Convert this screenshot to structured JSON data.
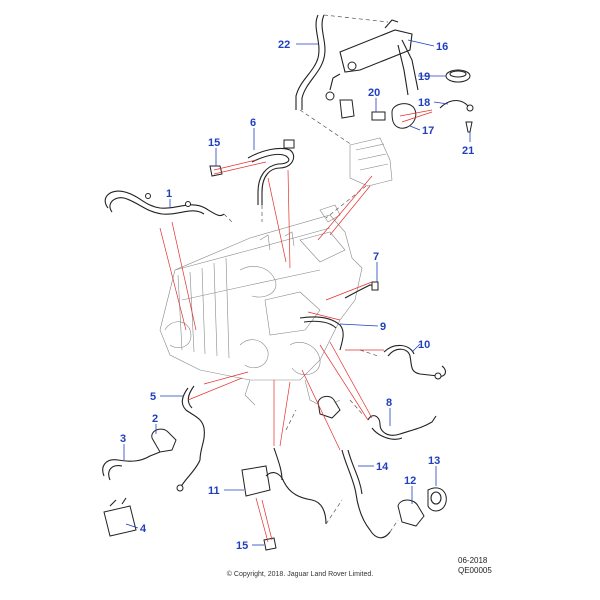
{
  "callouts": {
    "c1": "1",
    "c2": "2",
    "c3": "3",
    "c4": "4",
    "c5": "5",
    "c6": "6",
    "c7": "7",
    "c8": "8",
    "c9": "9",
    "c10": "10",
    "c11": "11",
    "c12": "12",
    "c13": "13",
    "c14": "14",
    "c15a": "15",
    "c15b": "15",
    "c16": "16",
    "c17": "17",
    "c18": "18",
    "c19": "19",
    "c20": "20",
    "c21": "21",
    "c22": "22"
  },
  "reference": {
    "date": "06-2018",
    "code": "QE00005"
  },
  "copyright": "© Copyright, 2018. Jaguar Land Rover Limited.",
  "colors": {
    "callout": "#1f3fbf",
    "leader_red": "#e53030"
  }
}
